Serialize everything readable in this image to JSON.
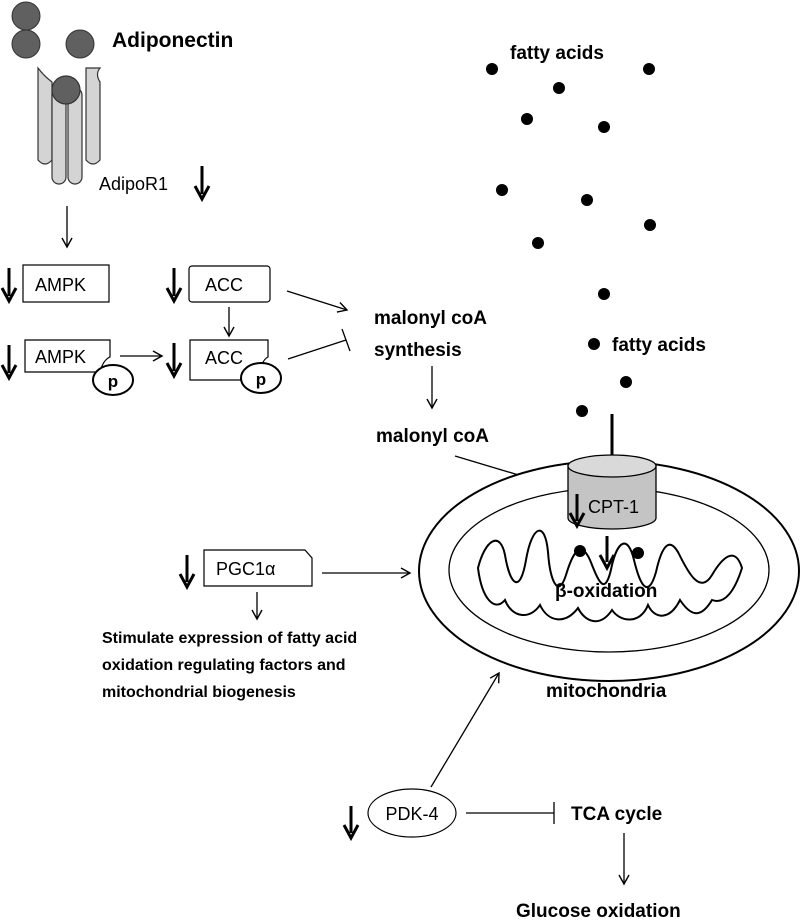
{
  "labels": {
    "adiponectin": "Adiponectin",
    "adipor1": "AdipoR1",
    "fatty_acids_top": "fatty acids",
    "fatty_acids_mid": "fatty acids",
    "ampk": "AMPK",
    "ampk_p": "AMPK",
    "acc": "ACC",
    "acc_p": "ACC",
    "p1": "p",
    "p2": "p",
    "malonyl_synth_1": "malonyl coA",
    "malonyl_synth_2": "synthesis",
    "malonyl": "malonyl coA",
    "cpt1": "CPT-1",
    "beta_oxidation": "β-oxidation",
    "pgc1a": "PGC1α",
    "stim_1": "Stimulate expression of fatty acid",
    "stim_2": "oxidation regulating factors and",
    "stim_3": "mitochondrial biogenesis",
    "mitochondria": "mitochondria",
    "pdk4": "PDK-4",
    "tca": "TCA cycle",
    "glucose": "Glucose oxidation"
  },
  "colors": {
    "ligand": "#606060",
    "receptor": "#d4d4d4",
    "cpt_top": "#d9d9d9",
    "cpt_side": "#c4c4c4",
    "line": "#000000"
  }
}
